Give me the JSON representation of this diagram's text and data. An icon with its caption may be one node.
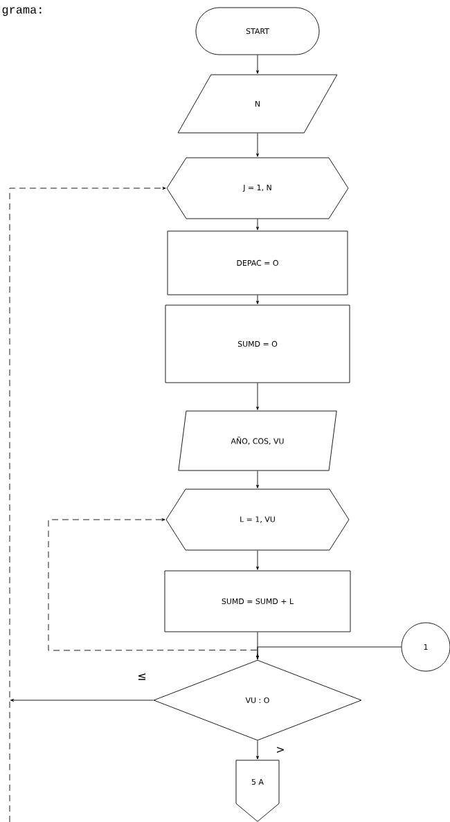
{
  "diagram": {
    "nodes": [
      {
        "text": [
          "START"
        ]
      },
      {
        "text": [
          "N"
        ]
      },
      {
        "text": [
          "J = 1, N"
        ]
      },
      {
        "text": [
          "DEPAC = O"
        ]
      },
      {
        "text": [
          "SUMD = O"
        ]
      },
      {
        "text": [
          "AÑO, COS, VU"
        ]
      },
      {
        "text": [
          "L = 1, VU"
        ]
      },
      {
        "text": [
          "SUMD = SUMD + L"
        ]
      },
      {
        "text": [
          "VU : O"
        ]
      },
      {
        "text": [
          "1"
        ]
      },
      {
        "text": [
          "5 A"
        ]
      }
    ],
    "edges": [
      {
        "from": 0,
        "to": 1,
        "arrow": "to"
      },
      {
        "from": 1,
        "to": 2,
        "arrow": "to"
      },
      {
        "from": 2,
        "to": 3,
        "arrow": "to"
      },
      {
        "from": 3,
        "to": 4,
        "arrow": "to"
      },
      {
        "from": 4,
        "to": 5,
        "arrow": "to"
      },
      {
        "from": 5,
        "to": 6,
        "arrow": "to"
      },
      {
        "from": 6,
        "to": 7,
        "arrow": "to"
      },
      {
        "from": 7,
        "to": 8,
        "arrow": "to"
      },
      {
        "from": 9,
        "to": 8,
        "arrow": "to"
      },
      {
        "from": 8,
        "to": 6,
        "arrow": "to",
        "style": "dashed"
      },
      {
        "from": 8,
        "to": null,
        "arrow": "to",
        "label": "≤"
      },
      {
        "from": null,
        "to": 2,
        "arrow": "to",
        "style": "dashed"
      },
      {
        "from": 8,
        "to": 10,
        "arrow": "to",
        "label": ">"
      }
    ],
    "labels": [
      "grama:"
    ]
  }
}
